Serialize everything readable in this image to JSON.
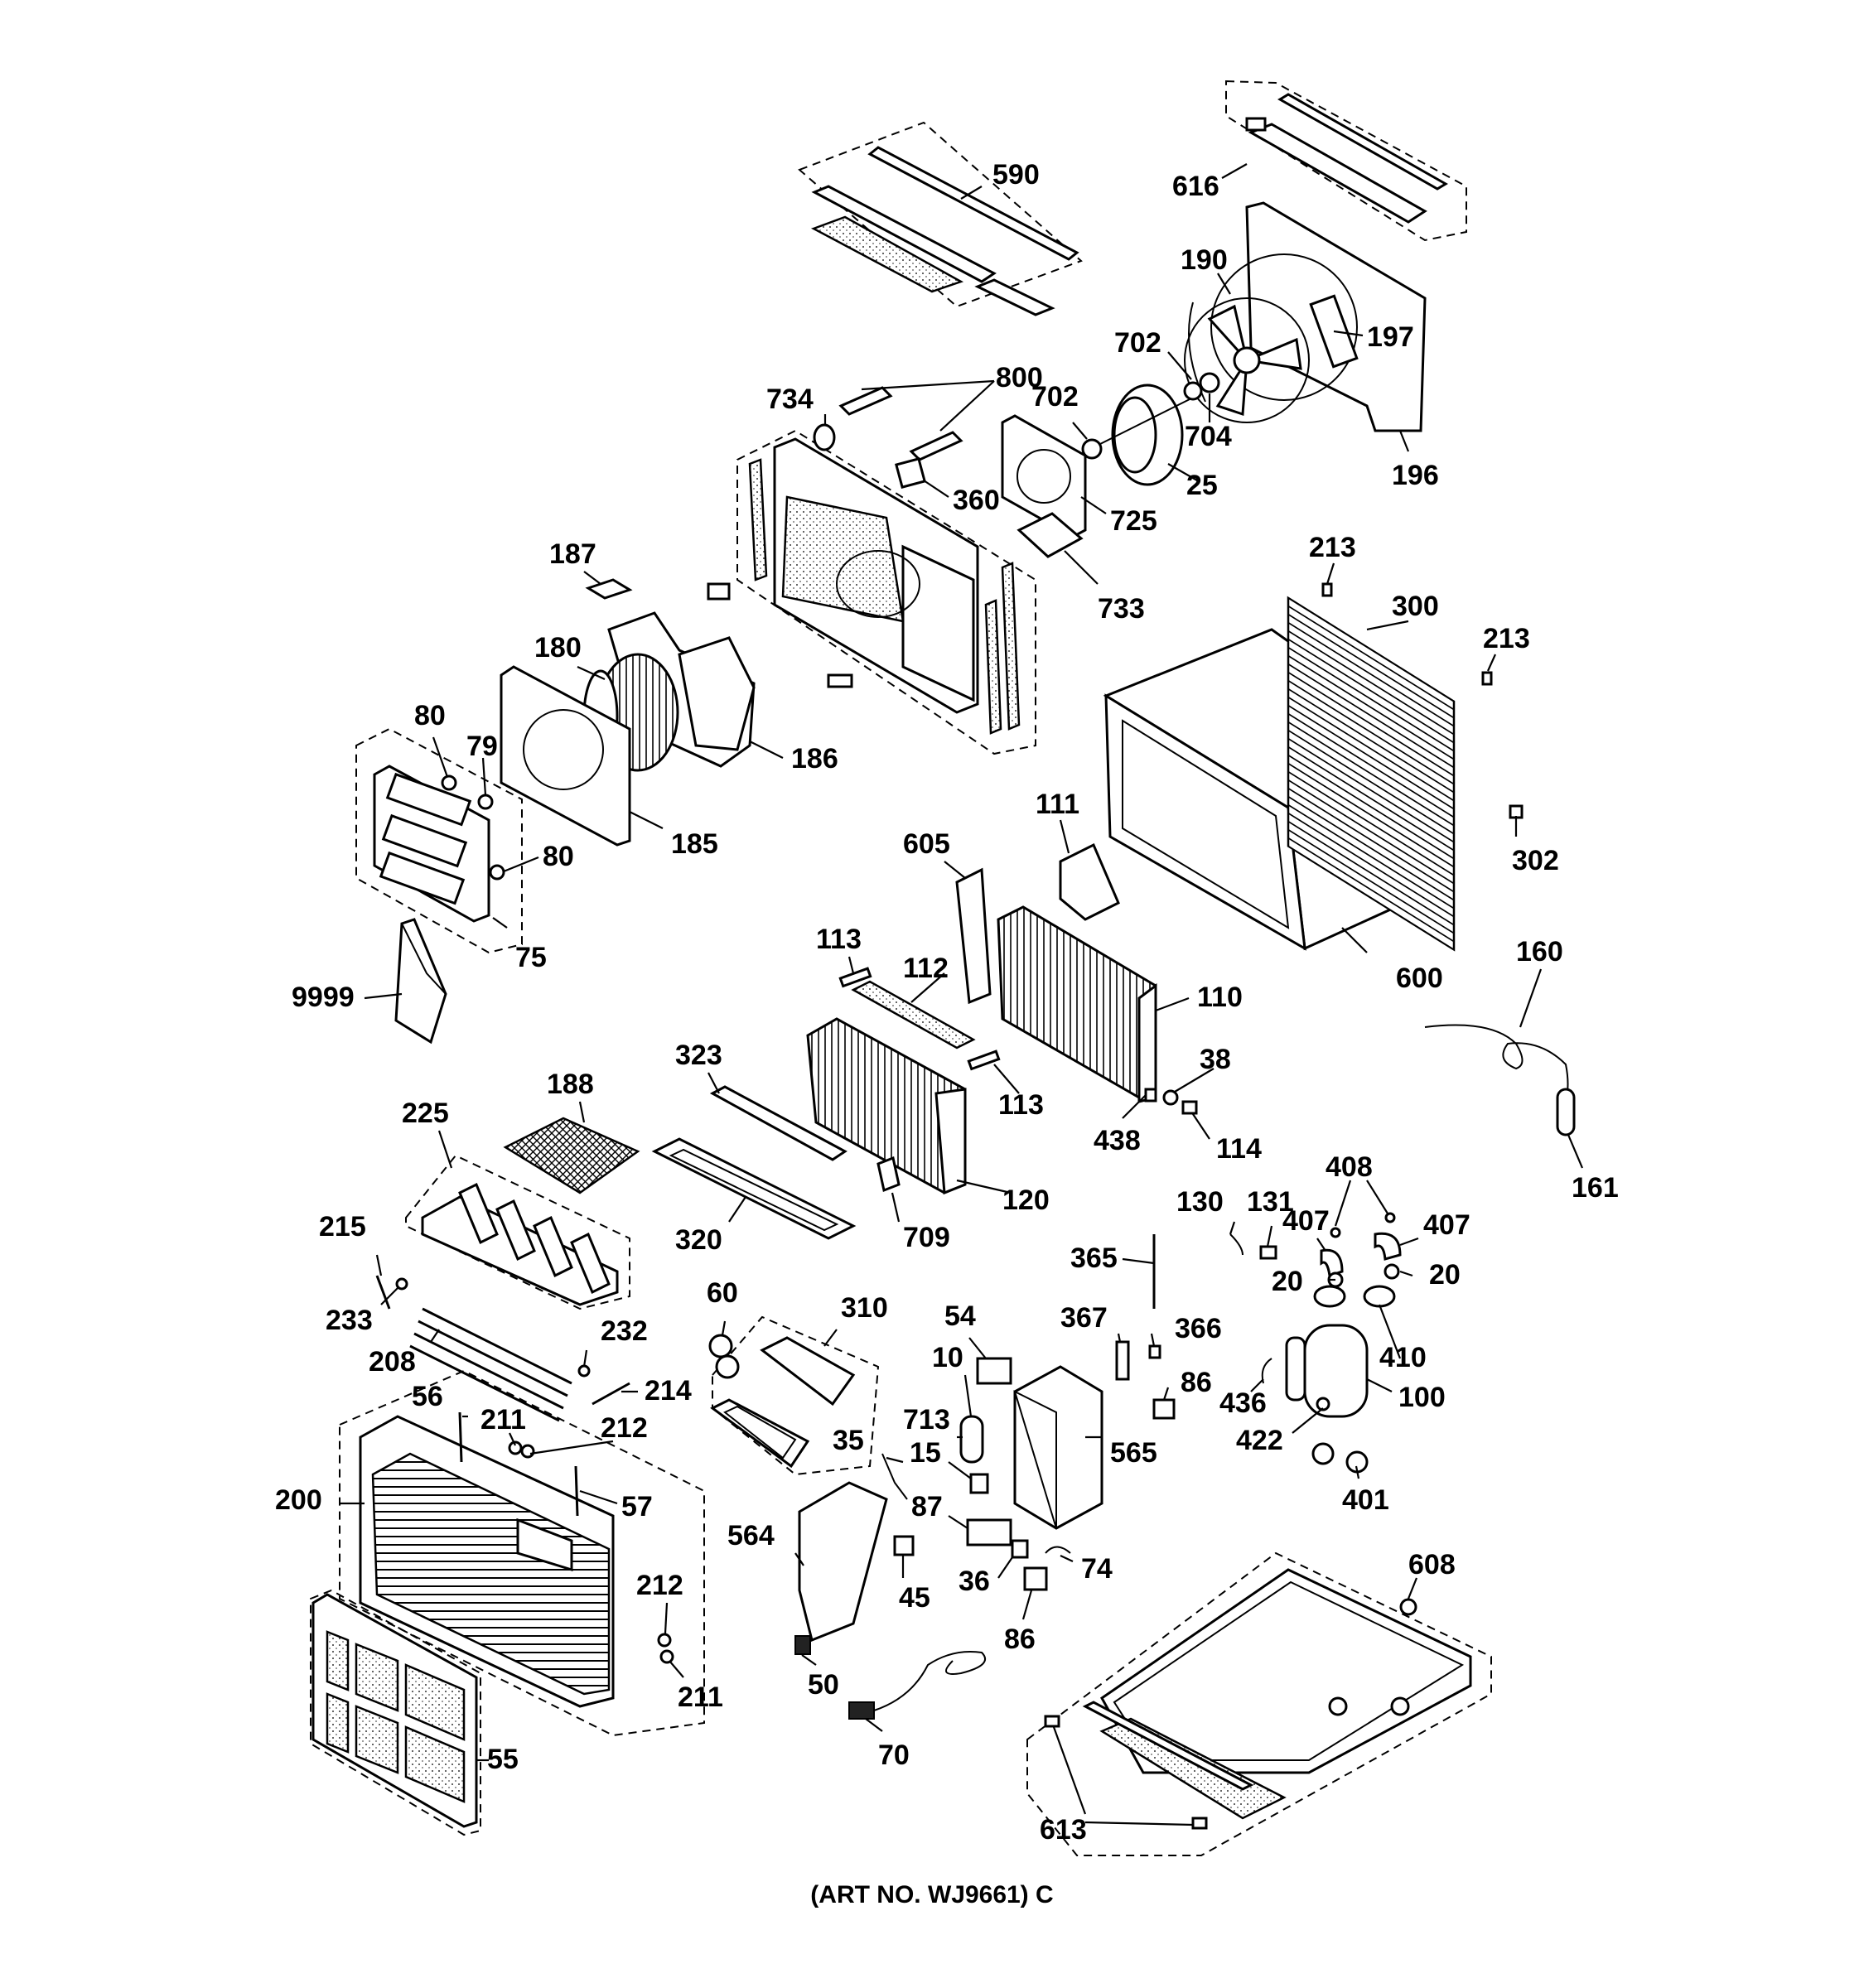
{
  "diagram": {
    "caption": "(ART NO. WJ9661) C",
    "part_labels": [
      "590",
      "616",
      "190",
      "197",
      "702",
      "800",
      "734",
      "702",
      "704",
      "25",
      "360",
      "725",
      "196",
      "187",
      "733",
      "213",
      "300",
      "213",
      "180",
      "186",
      "80",
      "79",
      "185",
      "80",
      "75",
      "111",
      "605",
      "302",
      "113",
      "112",
      "110",
      "160",
      "600",
      "9999",
      "38",
      "323",
      "188",
      "113",
      "438",
      "114",
      "225",
      "120",
      "408",
      "130",
      "131",
      "407",
      "407",
      "215",
      "320",
      "709",
      "365",
      "20",
      "20",
      "60",
      "310",
      "233",
      "232",
      "208",
      "367",
      "366",
      "410",
      "54",
      "214",
      "10",
      "86",
      "436",
      "100",
      "56",
      "211",
      "212",
      "713",
      "422",
      "35",
      "15",
      "565",
      "200",
      "401",
      "57",
      "87",
      "564",
      "74",
      "212",
      "608",
      "36",
      "45",
      "86",
      "211",
      "50",
      "55",
      "70",
      "613",
      "161"
    ]
  }
}
